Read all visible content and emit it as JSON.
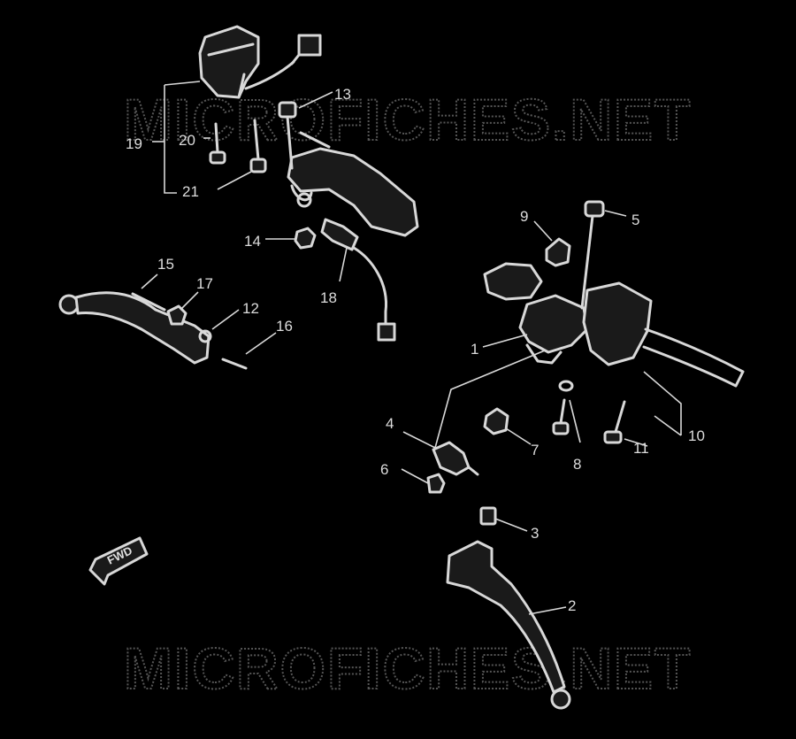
{
  "watermarks": [
    "MICROFICHES.NET",
    "MICROFICHES.NET"
  ],
  "direction_badge": "FWD",
  "callouts": [
    "1",
    "2",
    "3",
    "4",
    "5",
    "6",
    "7",
    "8",
    "9",
    "10",
    "11",
    "12",
    "13",
    "14",
    "15",
    "16",
    "17",
    "18",
    "19",
    "20",
    "21"
  ],
  "colors": {
    "background": "#000000",
    "linework": "#d8d8d8",
    "watermark": "#555555"
  }
}
